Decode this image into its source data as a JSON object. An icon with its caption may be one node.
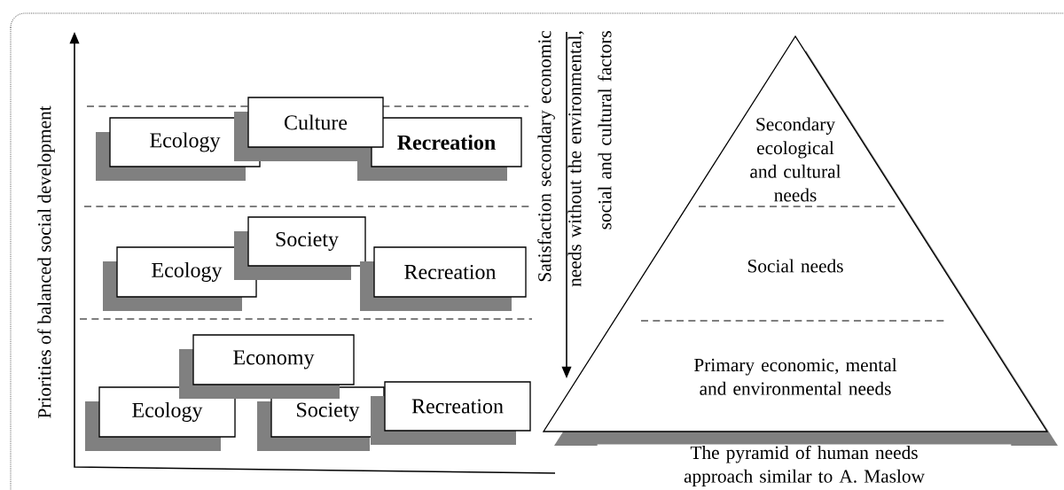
{
  "diagram": {
    "nodes": [
      {
        "text": [
          "Ecology"
        ]
      },
      {
        "text": [
          "Culture"
        ]
      },
      {
        "text": [
          "Recreation"
        ]
      },
      {
        "text": [
          "Ecology"
        ]
      },
      {
        "text": [
          "Society"
        ]
      },
      {
        "text": [
          "Recreation"
        ]
      },
      {
        "text": [
          "Economy"
        ]
      },
      {
        "text": [
          "Ecology"
        ]
      },
      {
        "text": [
          "Society"
        ]
      },
      {
        "text": [
          "Recreation"
        ]
      },
      {
        "text": [
          "Secondary ecological and cultural needs",
          "Social needs",
          "Primary economic, mental and environmental needs"
        ],
        "beside": [
          "The pyramid of human needs approach similar to A. Maslow"
        ]
      }
    ],
    "labels": [
      "Priorities of balanced social development",
      "Satisfaction secondary economic needs without the environmental, social and cultural factors"
    ]
  }
}
